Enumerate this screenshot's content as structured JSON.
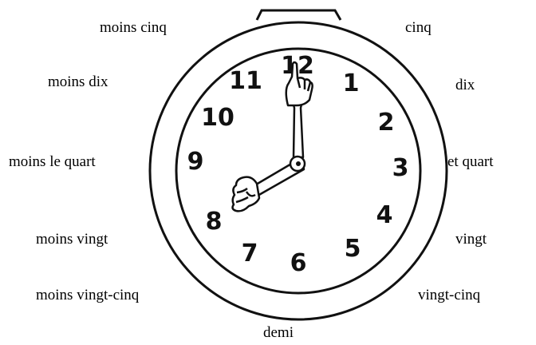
{
  "clock": {
    "numerals": [
      "12",
      "1",
      "2",
      "3",
      "4",
      "5",
      "6",
      "7",
      "8",
      "9",
      "10",
      "11"
    ],
    "time_shown": "8:00"
  },
  "labels": {
    "moins_cinq": "moins cinq",
    "cinq": "cinq",
    "moins_dix": "moins dix",
    "dix": "dix",
    "moins_le_quart": "moins le quart",
    "et_quart": "et quart",
    "moins_vingt": "moins vingt",
    "vingt": "vingt",
    "moins_vingt_cinq": "moins vingt-cinq",
    "vingt_cinq": "vingt-cinq",
    "demi": "demi"
  }
}
